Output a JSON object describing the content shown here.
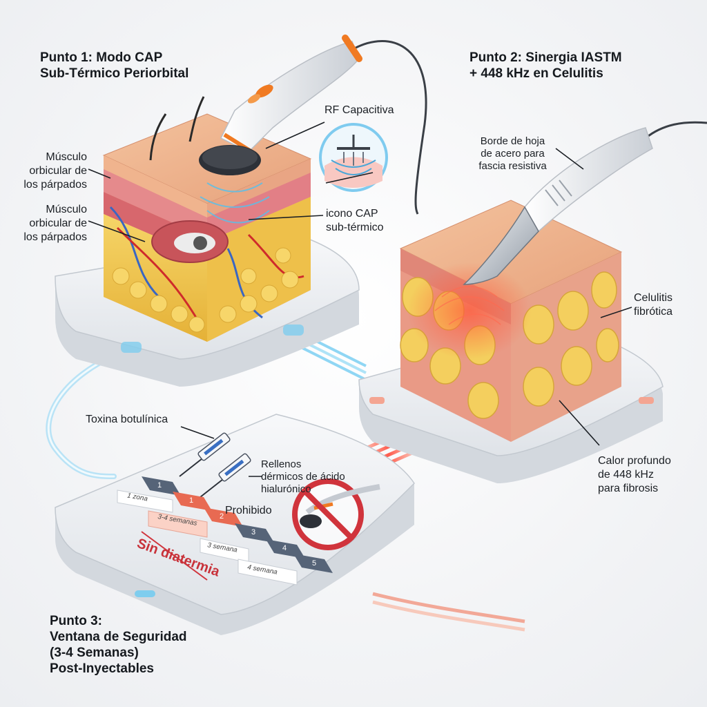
{
  "panels": {
    "p1": {
      "title": "Punto 1: Modo CAP\nSub-Térmico Periorbital",
      "label_rf": "RF Capacitiva",
      "label_muscle_a": "Músculo\norbicular de\nlos párpados",
      "label_muscle_b": "Músculo\norbicular de\nlos párpados",
      "label_icon": "icono CAP\nsub-térmico"
    },
    "p2": {
      "title": "Punto 2: Sinergia IASTM\n+ 448 kHz en Celulitis",
      "label_blade": "Borde de hoja\nde acero para\nfascia resistiva",
      "label_cellulite": "Celulitis\nfibrótica",
      "label_heat": "Calor profundo\nde 448 kHz\npara fibrosis"
    },
    "p3": {
      "title": "Punto 3:\nVentana de Seguridad\n(3-4 Semanas)\nPost-Inyectables",
      "label_botox": "Toxina botulínica",
      "label_fillers": "Rellenos\ndérmicos de ácido\nhialurónico",
      "label_prohibited": "Prohibido",
      "warning": "Sin diatermia",
      "steps": [
        "1",
        "1",
        "2",
        "3",
        "4",
        "5"
      ],
      "zones": [
        "1 zona",
        "3-4 semanas",
        "3 semana",
        "4 semana"
      ]
    }
  },
  "colors": {
    "accent_orange": "#f07a22",
    "danger_red": "#d0343c",
    "fat_yellow": "#f1c64a",
    "skin": "#f0b48e",
    "muscle": "#c8545a",
    "platform": "#e4e7ec",
    "glow_blue": "#6fc8f0"
  }
}
